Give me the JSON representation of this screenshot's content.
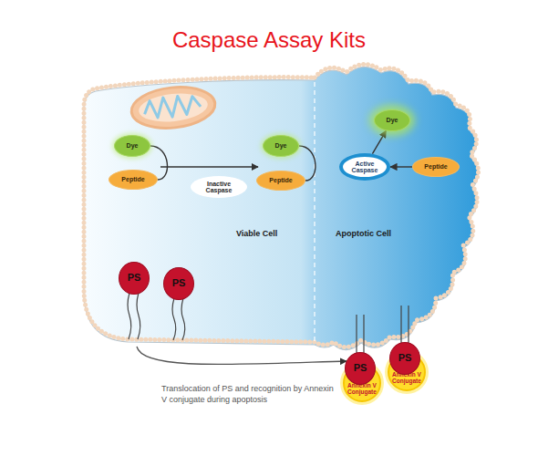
{
  "diagram": {
    "title": "Caspase Assay Kits",
    "nodes": [
      {
        "text": [
          "Dye"
        ]
      },
      {
        "text": [
          "Peptide"
        ]
      },
      {
        "text": [
          "Inactive Caspase"
        ]
      },
      {
        "text": [
          "Dye"
        ]
      },
      {
        "text": [
          "Peptide"
        ]
      },
      {
        "text": [
          "Dye"
        ]
      },
      {
        "text": [
          "Active Caspase"
        ]
      },
      {
        "text": [
          "Peptide"
        ]
      },
      {
        "text": [
          "PS"
        ]
      },
      {
        "text": [
          "PS"
        ]
      },
      {
        "text": [
          "PS"
        ]
      },
      {
        "text": [
          "Annexin V Conjugate"
        ]
      },
      {
        "text": [
          "PS"
        ]
      },
      {
        "text": [
          "Annexin V Conjugate"
        ]
      }
    ],
    "edges": [
      {
        "from": 0,
        "to": 1,
        "arrow": "none"
      },
      {
        "from": 3,
        "to": 4,
        "arrow": "none"
      },
      {
        "from": 6,
        "to": 5,
        "arrow": "to"
      },
      {
        "from": 7,
        "to": 6,
        "arrow": "to"
      }
    ],
    "labels": [
      "Viable Cell",
      "Apoptotic Cell",
      "Translocation of PS and recognition by Annexin V conjugate during apoptosis"
    ]
  }
}
